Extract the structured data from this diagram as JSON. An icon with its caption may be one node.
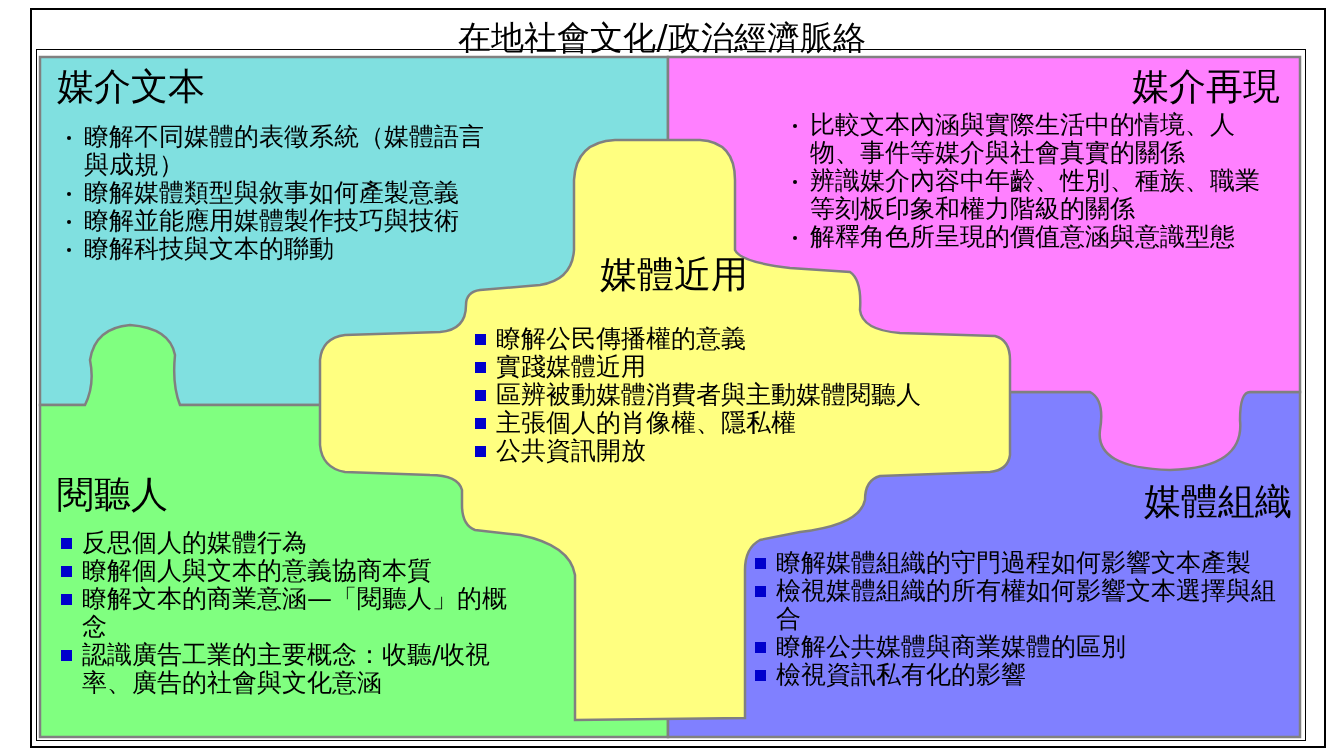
{
  "diagram": {
    "nodes": [
      {
        "text": [
          "在地社會文化/政治經濟脈絡"
        ]
      },
      {
        "text": [
          "媒介文本",
          "瞭解不同媒體的表徵系統（媒體語言與成規）",
          "瞭解媒體類型與敘事如何產製意義",
          "瞭解並能應用媒體製作技巧與技術",
          "瞭解科技與文本的聯動"
        ],
        "in": 0
      },
      {
        "text": [
          "媒介再現",
          "比較文本內涵與實際生活中的情境、人物、事件等媒介與社會真實的關係",
          "辨識媒介內容中年齡、性別、種族、職業等刻板印象和權力階級的關係",
          "解釋角色所呈現的價值意涵與意識型態"
        ],
        "in": 0
      },
      {
        "text": [
          "媒體近用",
          "瞭解公民傳播權的意義",
          "實踐媒體近用",
          "區辨被動媒體消費者與主動媒體閱聽人",
          "主張個人的肖像權、隱私權",
          "公共資訊開放"
        ],
        "in": 0
      },
      {
        "text": [
          "閱聽人",
          "反思個人的媒體行為",
          "瞭解個人與文本的意義協商本質",
          "瞭解文本的商業意涵—「閱聽人」的概念",
          "認識廣告工業的主要概念：收聽/收視率、廣告的社會與文化意涵"
        ],
        "in": 0
      },
      {
        "text": [
          "媒體組織",
          "瞭解媒體組織的守門過程如何影響文本產製",
          "檢視媒體組織的所有權如何影響文本選擇與組合",
          "瞭解公共媒體與商業媒體的區別",
          "檢視資訊私有化的影響"
        ],
        "in": 0
      }
    ]
  }
}
